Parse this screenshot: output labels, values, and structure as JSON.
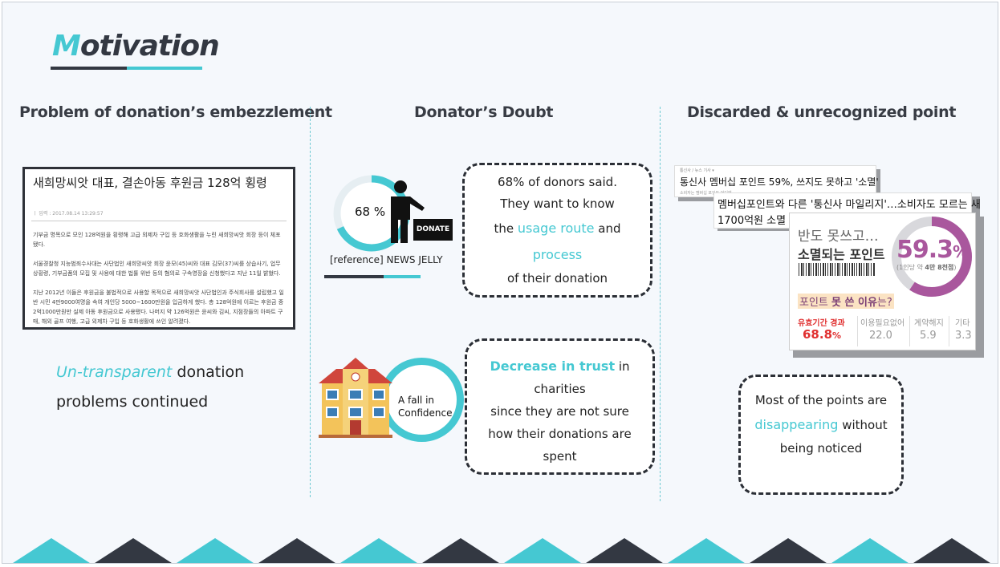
{
  "title": {
    "first_letter": "M",
    "rest": "otivation"
  },
  "columns": {
    "left_heading": "Problem of donation’s embezzlement",
    "mid_heading": "Donator’s Doubt",
    "right_heading": "Discarded & unrecognized point"
  },
  "news": {
    "headline": "새희망씨앗 대표, 결손아동 후원금 128억 횡령",
    "date": "ㅣ 입력 : 2017.08.14 13:29:57",
    "para1": "기부금 명목으로 모인 128억원을 횡령해 고급 외제차 구입 등 호화생활을 누린 새희망씨앗 회장 등이 체포됐다.",
    "para2": "서울경찰청 지능범죄수사대는 사단법인 새희망씨앗 회장 윤모(45)씨와 대표 김모(37)씨를 상습사기, 업무상횡령, 기부금품의 모집 및 사용에 대한 법률 위반 등의 혐의로 구속영장을 신청했다고 지난 11일 밝혔다.",
    "para3": "지난 2012년 이들은 후원금을 불법적으로 사용할 목적으로 새희망씨앗 사단법인과 주식회사를 설립했고 일반 시민 4만9000여명을 속여 개인당 5000~1600만원을 입금하게 했다. 총 128억원에 이르는 후원금 중 2억1000만원만 실제 아동 후원금으로 사용됐다. 나머지 약 126억원은 윤씨와 김씨, 지점장들의 아파트 구매, 해외 골프 여행, 고급 외제차 구입 등 호화생활에 쓰인 알려졌다."
  },
  "left_caption": {
    "em": "Un-transparent",
    "line1_rest": " donation",
    "line2": "problems continued"
  },
  "stat": {
    "percent": 68,
    "percent_label": "68 %",
    "donate_sign": "DONATE",
    "reference": "[reference] NEWS JELLY"
  },
  "bubble1": {
    "line1": "68% of donors said.",
    "line2": "They want to know",
    "line3_pre": "the ",
    "line3_em": "usage route",
    "line3_post": " and",
    "line4_em": "process",
    "line5": "of their donation"
  },
  "fall": {
    "line1": "A fall in",
    "line2": "Confidence"
  },
  "bubble2": {
    "em": "Decrease in trust",
    "line1_post": " in",
    "line2": "charities",
    "line3": "since they are not sure",
    "line4": "how their donations are",
    "line5": "spent"
  },
  "headlines": {
    "h1_small": "통신사 / 뉴스 기사 ▾",
    "h1": "통신사 멤버십 포인트 59%, 쓰지도 못하고 '소멸'",
    "h1_sub": "소비자는 멤버십 포인트 어디에",
    "h2_line1": "멤버십포인트와 다른 '통신사 마일리지'…소비자도 모르는 새",
    "h2_line2": "1700억원 소멸"
  },
  "infographic": {
    "t1": "반도 못쓰고…",
    "t2": "소멸되는 포인트",
    "big_pct": "59.3",
    "pct_unit": "%",
    "per_person_pre": "(1인당 약 ",
    "per_person_b": "4만 8천점",
    "per_person_post": ")",
    "q_pre": "포인트 ",
    "q_b": "못 쓴 이유",
    "q_post": "는?",
    "reasons": [
      {
        "label": "유효기간 경과",
        "value": "68.8",
        "unit": "%"
      },
      {
        "label": "이용필요없어",
        "value": "22.0",
        "unit": ""
      },
      {
        "label": "계약해지",
        "value": "5.9",
        "unit": ""
      },
      {
        "label": "기타",
        "value": "3.3",
        "unit": ""
      }
    ]
  },
  "bubble3": {
    "line1": "Most of the points are",
    "em": "disappearing",
    "line2_post": " without",
    "line3": "being noticed"
  },
  "colors": {
    "teal": "#45c8d2",
    "dark": "#333842",
    "purple": "#a9579d",
    "red": "#e03030"
  }
}
